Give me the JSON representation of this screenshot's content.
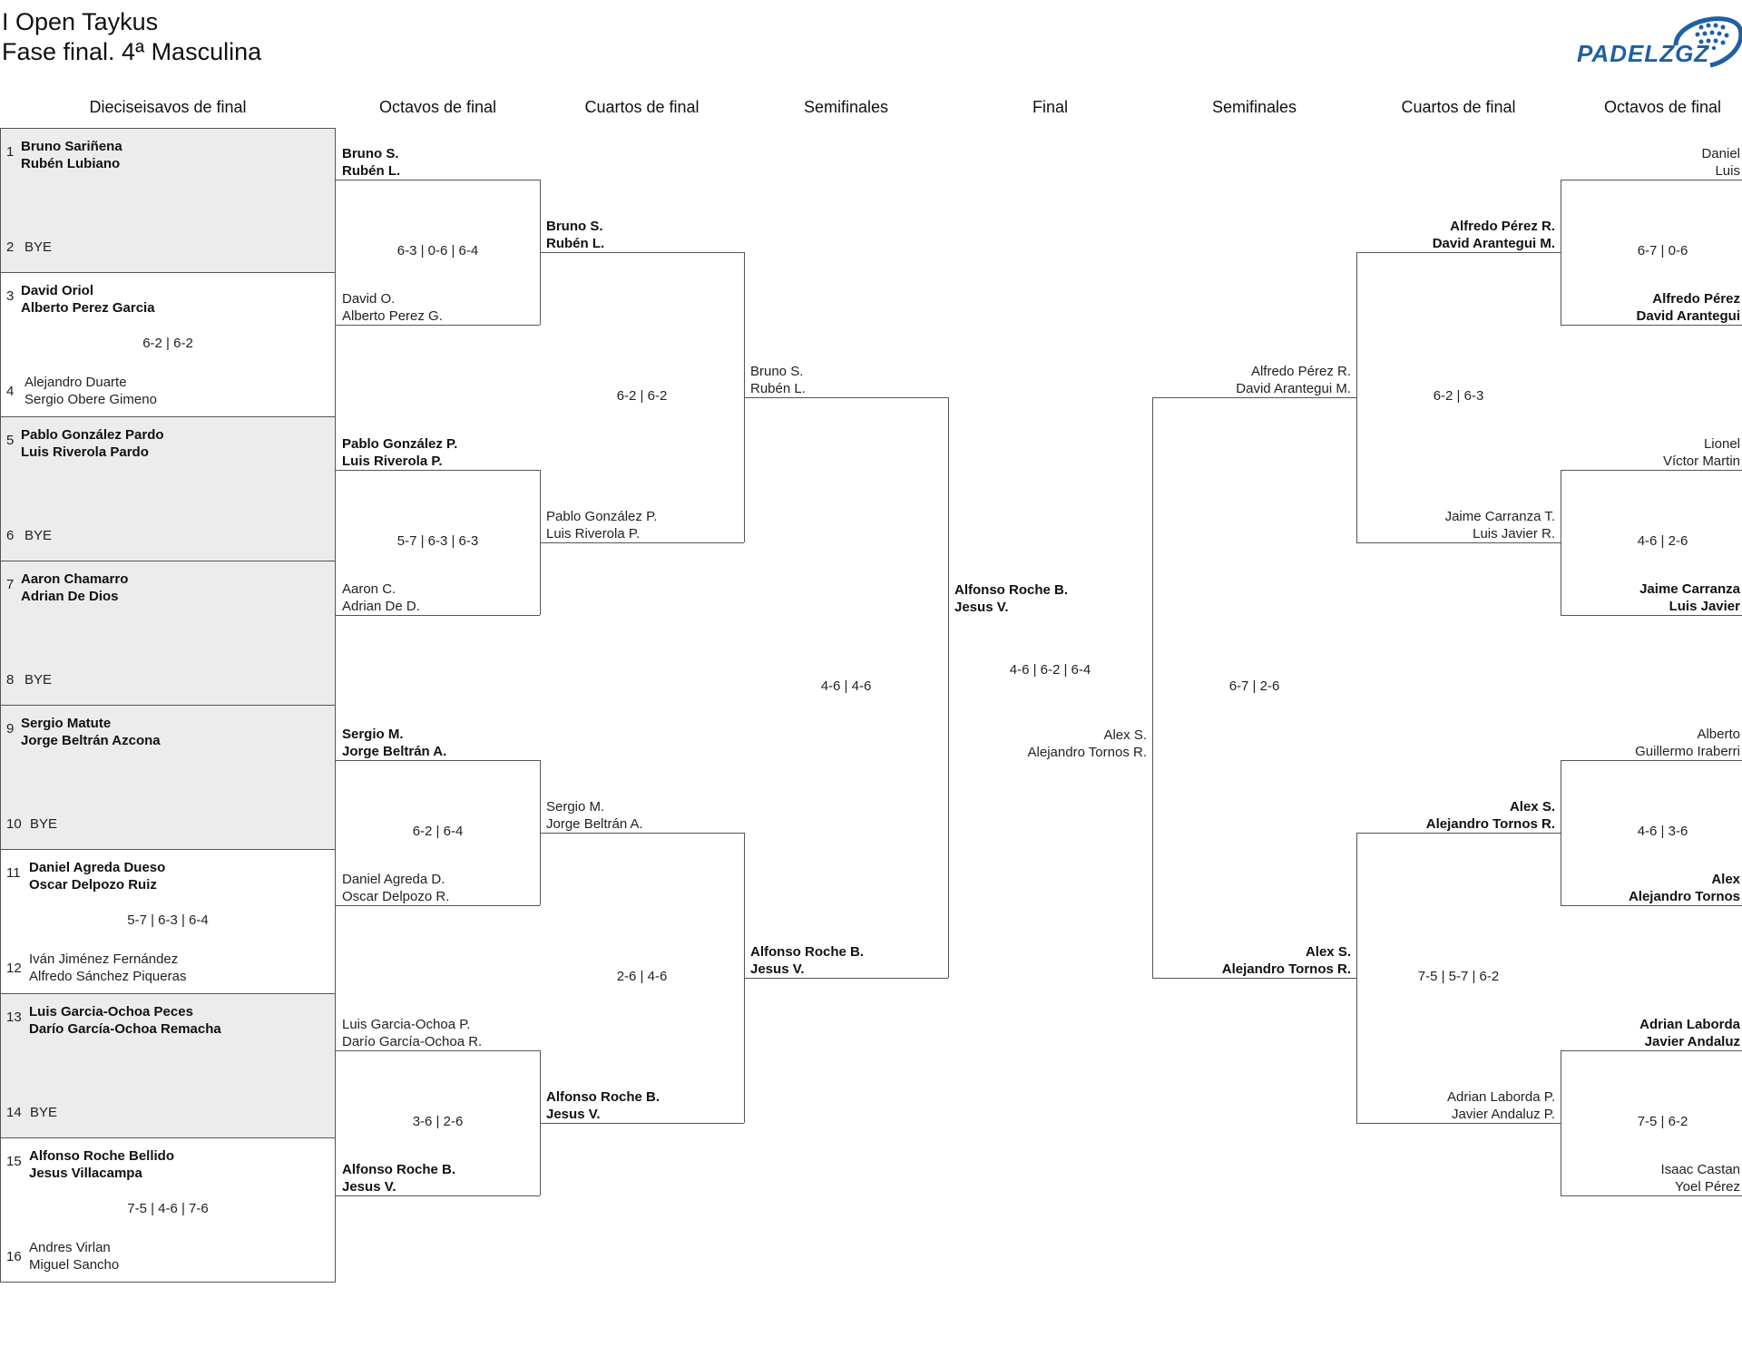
{
  "header": {
    "title_line1": "I Open Taykus",
    "title_line2": "Fase final. 4ª Masculina",
    "logo_text": "PADELZGZ"
  },
  "rounds": [
    "Dieciseisavos de final",
    "Octavos de final",
    "Cuartos de final",
    "Semifinales",
    "Final",
    "Semifinales",
    "Cuartos de final",
    "Octavos de final"
  ],
  "r32": [
    {
      "seed1": "1",
      "p1a": "Bruno Sariñena",
      "p1b": "Rubén Lubiano",
      "seed2": "2",
      "p2a": "BYE",
      "p2b": "",
      "score": "",
      "winner": 1
    },
    {
      "seed1": "3",
      "p1a": "David Oriol",
      "p1b": "Alberto Perez Garcia",
      "seed2": "4",
      "p2a": "Alejandro Duarte",
      "p2b": "Sergio Obere Gimeno",
      "score": "6-2 | 6-2",
      "winner": 1
    },
    {
      "seed1": "5",
      "p1a": "Pablo González Pardo",
      "p1b": "Luis Riverola Pardo",
      "seed2": "6",
      "p2a": "BYE",
      "p2b": "",
      "score": "",
      "winner": 1
    },
    {
      "seed1": "7",
      "p1a": "Aaron Chamarro",
      "p1b": "Adrian De Dios",
      "seed2": "8",
      "p2a": "BYE",
      "p2b": "",
      "score": "",
      "winner": 1
    },
    {
      "seed1": "9",
      "p1a": "Sergio Matute",
      "p1b": "Jorge Beltrán Azcona",
      "seed2": "10",
      "p2a": "BYE",
      "p2b": "",
      "score": "",
      "winner": 1
    },
    {
      "seed1": "11",
      "p1a": "Daniel Agreda Dueso",
      "p1b": "Oscar Delpozo Ruiz",
      "seed2": "12",
      "p2a": "Iván Jiménez Fernández",
      "p2b": "Alfredo Sánchez Piqueras",
      "score": "5-7 | 6-3 | 6-4",
      "winner": 1
    },
    {
      "seed1": "13",
      "p1a": "Luis Garcia-Ochoa Peces",
      "p1b": "Darío García-Ochoa Remacha",
      "seed2": "14",
      "p2a": "BYE",
      "p2b": "",
      "score": "",
      "winner": 1
    },
    {
      "seed1": "15",
      "p1a": "Alfonso Roche Bellido",
      "p1b": "Jesus Villacampa",
      "seed2": "16",
      "p2a": "Andres Virlan",
      "p2b": "Miguel Sancho",
      "score": "7-5 | 4-6 | 7-6",
      "winner": 1
    }
  ],
  "left_r16": [
    {
      "p1a": "Bruno S.",
      "p1b": "Rubén L.",
      "p2a": "David O.",
      "p2b": "Alberto Perez G.",
      "score": "6-3 | 0-6 | 6-4",
      "winner": 1
    },
    {
      "p1a": "Pablo González P.",
      "p1b": "Luis Riverola P.",
      "p2a": "Aaron C.",
      "p2b": "Adrian De D.",
      "score": "5-7 | 6-3 | 6-3",
      "winner": 1
    },
    {
      "p1a": "Sergio M.",
      "p1b": "Jorge Beltrán A.",
      "p2a": "Daniel Agreda D.",
      "p2b": "Oscar Delpozo R.",
      "score": "6-2 | 6-4",
      "winner": 1
    },
    {
      "p1a": "Luis Garcia-Ochoa P.",
      "p1b": "Darío García-Ochoa R.",
      "p2a": "Alfonso Roche B.",
      "p2b": "Jesus V.",
      "score": "3-6 | 2-6",
      "winner": 2
    }
  ],
  "left_qf": [
    {
      "p1a": "Bruno S.",
      "p1b": "Rubén L.",
      "p2a": "Pablo González P.",
      "p2b": "Luis Riverola P.",
      "score": "6-2 | 6-2",
      "winner": 1
    },
    {
      "p1a": "Sergio M.",
      "p1b": "Jorge Beltrán A.",
      "p2a": "Alfonso Roche B.",
      "p2b": "Jesus V.",
      "score": "2-6 | 4-6",
      "winner": 2
    }
  ],
  "left_sf": {
    "p1a": "Bruno S.",
    "p1b": "Rubén L.",
    "p2a": "Alfonso Roche B.",
    "p2b": "Jesus V.",
    "score": "4-6 | 4-6",
    "winner": 2
  },
  "final": {
    "p1a": "Alfonso Roche B.",
    "p1b": "Jesus V.",
    "p2a": "Alex S.",
    "p2b": "Alejandro Tornos R.",
    "score": "4-6 | 6-2 | 6-4",
    "winner": 1
  },
  "right_sf": {
    "p1a": "Alfredo Pérez R.",
    "p1b": "David Arantegui M.",
    "p2a": "Alex S.",
    "p2b": "Alejandro Tornos R.",
    "score": "6-7 | 2-6",
    "winner": 2
  },
  "right_qf": [
    {
      "p1a": "Alfredo Pérez R.",
      "p1b": "David Arantegui M.",
      "p2a": "Jaime Carranza T.",
      "p2b": "Luis Javier R.",
      "score": "6-2 | 6-3",
      "winner": 1
    },
    {
      "p1a": "Alex S.",
      "p1b": "Alejandro Tornos R.",
      "p2a": "Adrian Laborda P.",
      "p2b": "Javier Andaluz P.",
      "score": "7-5 | 5-7 | 6-2",
      "winner": 1
    }
  ],
  "right_r16": [
    {
      "p1a": "Daniel",
      "p1b": "Luis",
      "p2a": "Alfredo Pérez",
      "p2b": "David Arantegui",
      "score": "6-7 | 0-6",
      "winner": 2
    },
    {
      "p1a": "Lionel",
      "p1b": "Víctor Martin",
      "p2a": "Jaime Carranza",
      "p2b": "Luis Javier",
      "score": "4-6 | 2-6",
      "winner": 2
    },
    {
      "p1a": "Alberto",
      "p1b": "Guillermo Iraberri",
      "p2a": "Alex",
      "p2b": "Alejandro Tornos",
      "score": "4-6 | 3-6",
      "winner": 2
    },
    {
      "p1a": "Adrian Laborda",
      "p1b": "Javier Andaluz",
      "p2a": "Isaac Castan",
      "p2b": "Yoel Pérez",
      "score": "7-5 | 6-2",
      "winner": 1
    }
  ]
}
